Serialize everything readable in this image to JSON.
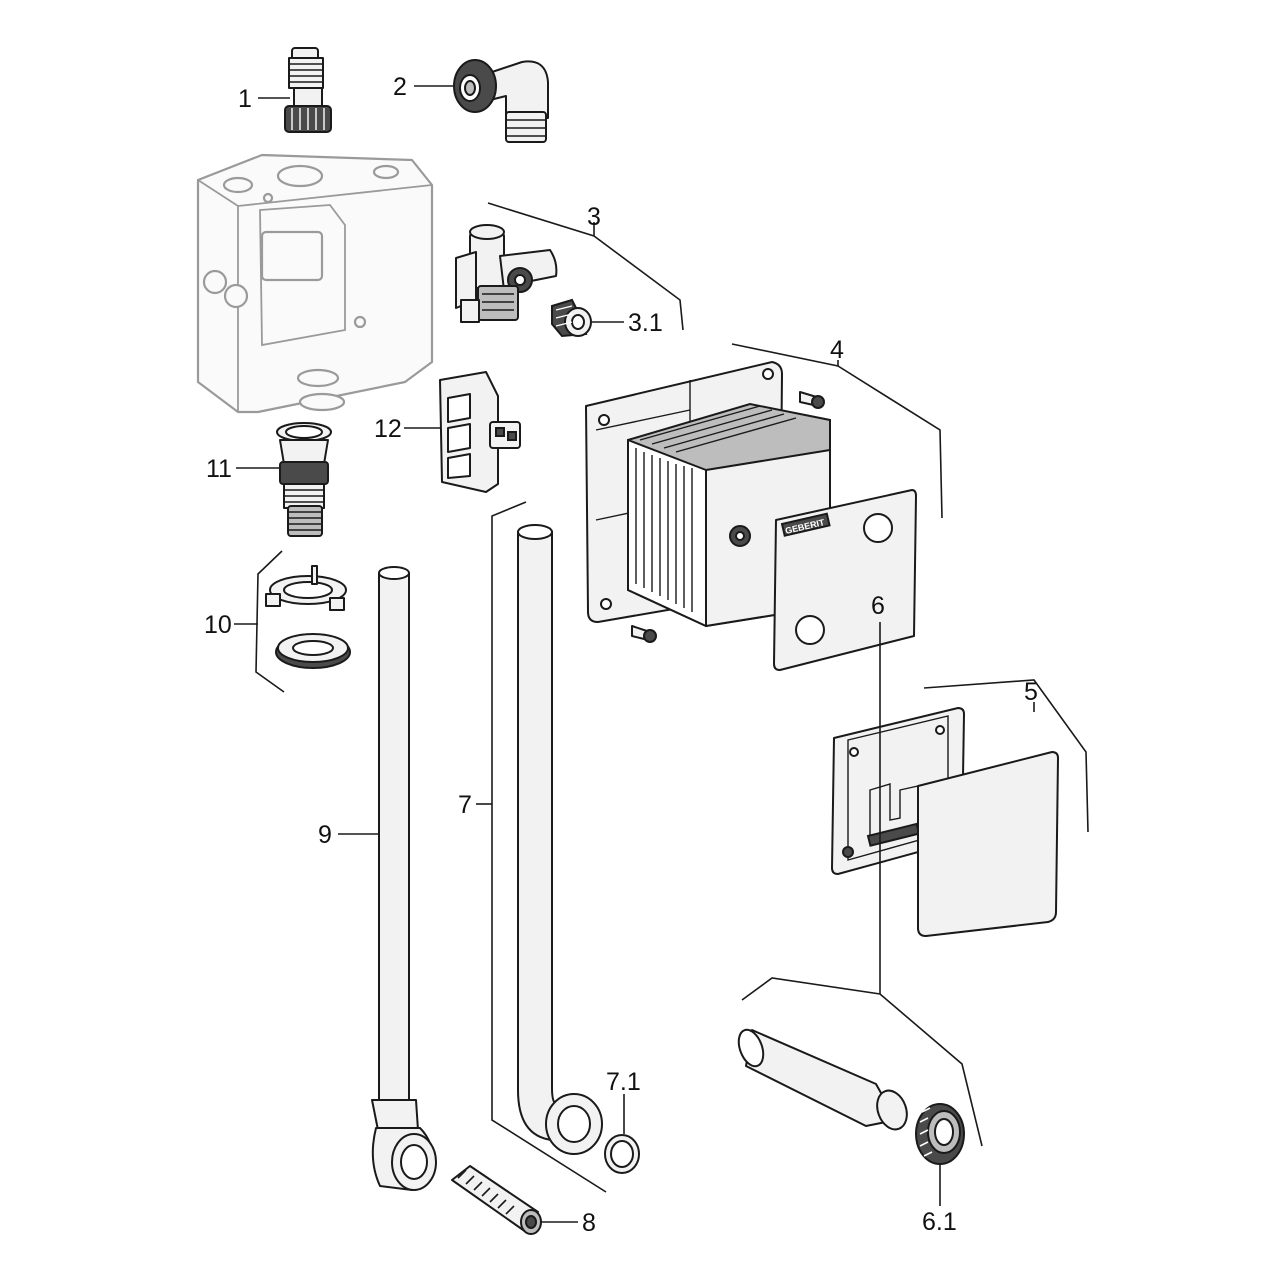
{
  "diagram": {
    "callouts": [
      {
        "id": "1",
        "label": "1"
      },
      {
        "id": "2",
        "label": "2"
      },
      {
        "id": "3",
        "label": "3"
      },
      {
        "id": "3_1",
        "label": "3.1"
      },
      {
        "id": "4",
        "label": "4"
      },
      {
        "id": "5",
        "label": "5"
      },
      {
        "id": "6",
        "label": "6"
      },
      {
        "id": "6_1",
        "label": "6.1"
      },
      {
        "id": "7",
        "label": "7"
      },
      {
        "id": "7_1",
        "label": "7.1"
      },
      {
        "id": "8",
        "label": "8"
      },
      {
        "id": "9",
        "label": "9"
      },
      {
        "id": "10",
        "label": "10"
      },
      {
        "id": "11",
        "label": "11"
      },
      {
        "id": "12",
        "label": "12"
      }
    ],
    "cover_logo_text": "GEBERIT",
    "colors": {
      "line": "#1a1a1a",
      "fill": "#f2f2f2",
      "ghost": "#9a9a9a",
      "background": "#ffffff"
    }
  }
}
